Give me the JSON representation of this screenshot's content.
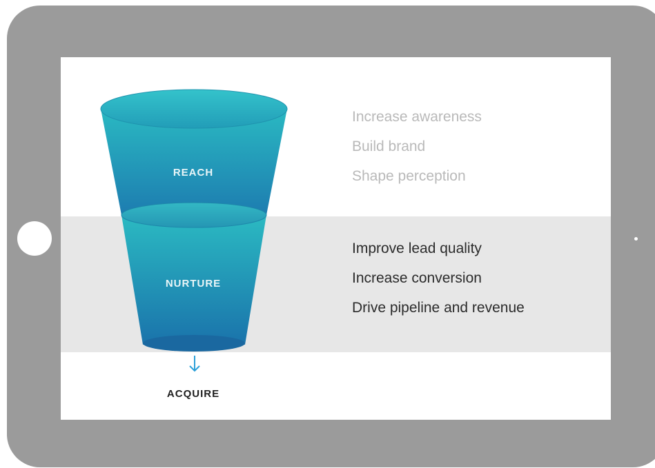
{
  "stages": {
    "reach": "REACH",
    "nurture": "NURTURE",
    "acquire": "ACQUIRE"
  },
  "reach_goals": [
    "Increase awareness",
    "Build brand",
    "Shape perception"
  ],
  "nurture_goals": [
    "Improve lead quality",
    "Increase conversion",
    "Drive pipeline and revenue"
  ],
  "colors": {
    "funnel_teal": "#29b7c4",
    "funnel_blue": "#1a76ad",
    "band_gray": "#e7e7e7",
    "frame_gray": "#9b9b9b",
    "arrow_blue": "#2a9fd8"
  },
  "icons": {
    "down_arrow": "down-arrow-icon",
    "home_button": "home-button-icon",
    "camera": "camera-icon"
  }
}
